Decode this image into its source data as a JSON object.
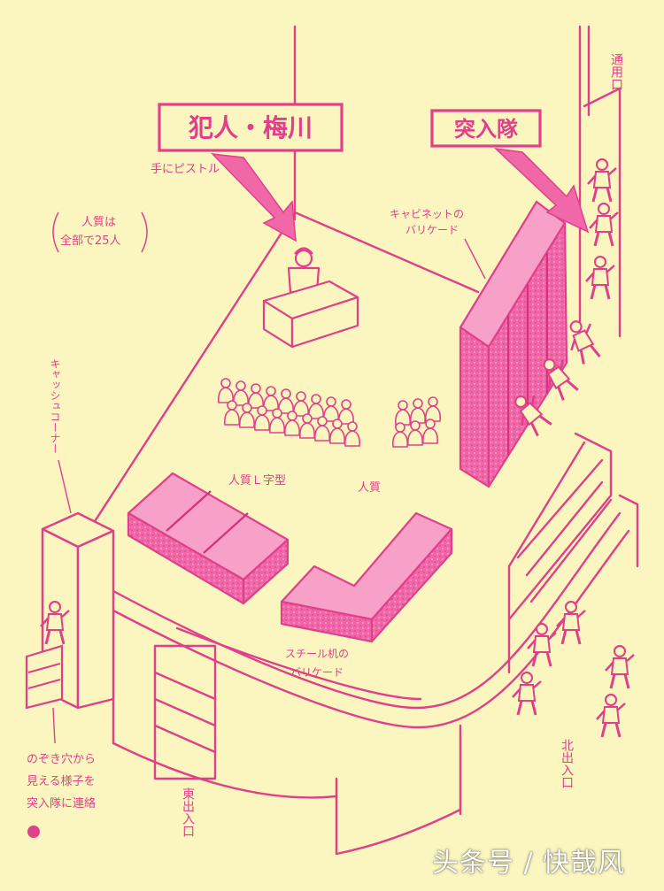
{
  "colors": {
    "background": "#fbf6c0",
    "ink": "#e0408a",
    "fill": "#f068a8"
  },
  "callouts": {
    "criminal_box": "犯人・梅川",
    "assault_box": "突入隊"
  },
  "labels": {
    "pistol": "手にピストル",
    "hostage_total_line1": "人質は",
    "hostage_total_line2": "全部で25人",
    "cabinet_line1": "キャビネットの",
    "cabinet_line2": "バリケード",
    "passage_v": "通用口",
    "cashier_v": "キャッシュコーナー",
    "hostage_u_shape": "人質Ｌ字型",
    "hostages": "人質",
    "steel_line1": "スチール机の",
    "steel_line2": "バリケード",
    "peep_line1": "のぞき穴から",
    "peep_line2": "見える様子を",
    "peep_line3": "突入隊に連絡",
    "east_exit_v": "東出入口",
    "north_exit_v": "北出入口"
  },
  "watermark": "头条号 / 快哉风"
}
